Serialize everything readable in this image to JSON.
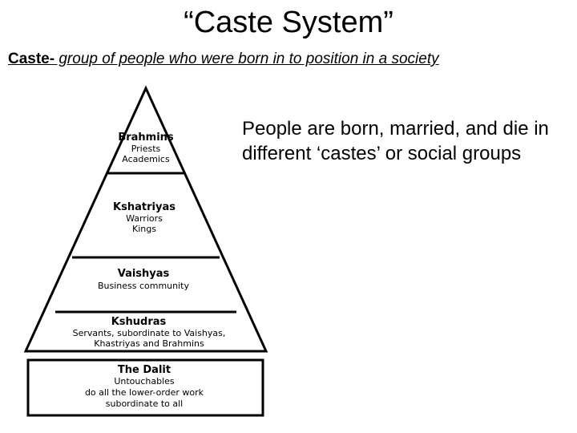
{
  "slide": {
    "title": "“Caste System”",
    "definition_term": "Caste-",
    "definition_text": " group of people who were born in to position in a society",
    "body": "People are born, married, and die in different ‘castes’ or social groups"
  },
  "pyramid": {
    "levels": [
      {
        "name": "Brahmins",
        "desc": [
          "Priests",
          "Academics"
        ]
      },
      {
        "name": "Kshatriyas",
        "desc": [
          "Warriors",
          "Kings"
        ]
      },
      {
        "name": "Vaishyas",
        "desc": [
          "Business community"
        ]
      },
      {
        "name": "Kshudras",
        "desc": [
          "Servants, subordinate to Vaishyas,",
          "Khastriyas and Brahmins"
        ]
      }
    ],
    "base": {
      "name": "The Dalit",
      "desc": [
        "Untouchables",
        "do all the lower-order work",
        "subordinate to all"
      ]
    }
  }
}
